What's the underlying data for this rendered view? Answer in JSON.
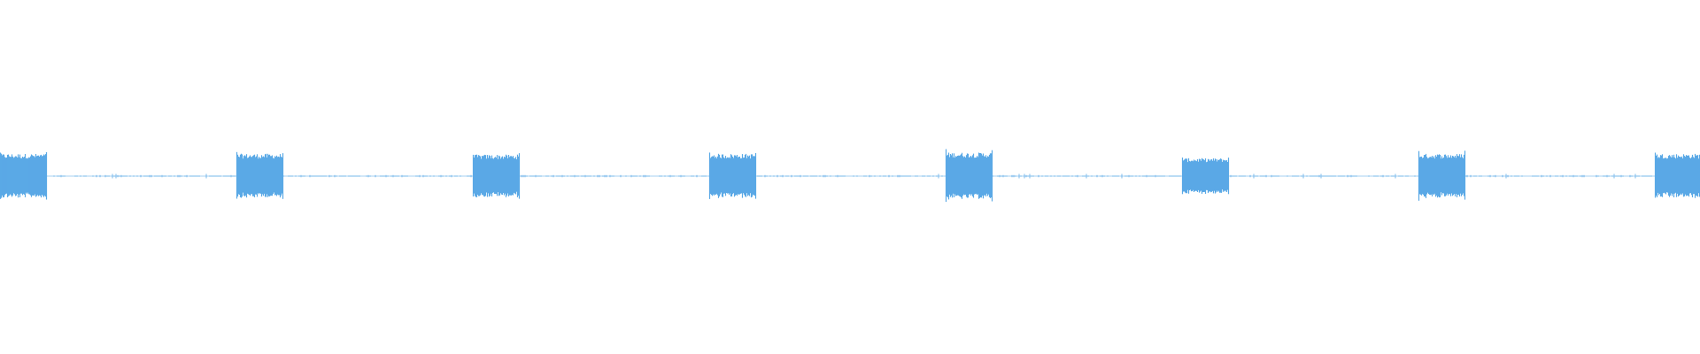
{
  "waveform": {
    "color": "#5aa9e6",
    "background": "#ffffff",
    "burst_count": 8,
    "bursts": [
      {
        "amplitude": 0.55,
        "peak": 0.62
      },
      {
        "amplitude": 0.55,
        "peak": 0.6
      },
      {
        "amplitude": 0.53,
        "peak": 0.58
      },
      {
        "amplitude": 0.55,
        "peak": 0.6
      },
      {
        "amplitude": 0.58,
        "peak": 0.7
      },
      {
        "amplitude": 0.44,
        "peak": 0.5
      },
      {
        "amplitude": 0.55,
        "peak": 0.63
      },
      {
        "amplitude": 0.55,
        "peak": 0.6
      }
    ]
  }
}
